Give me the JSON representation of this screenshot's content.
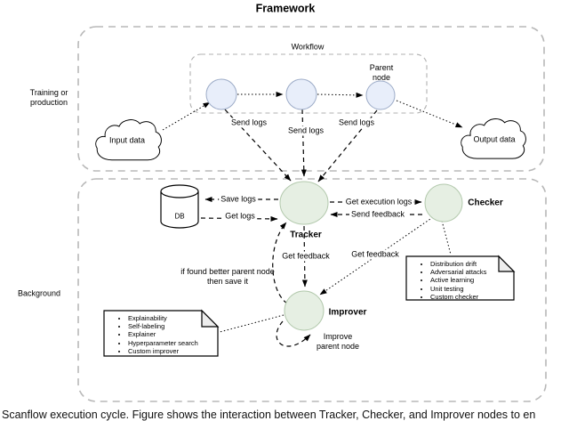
{
  "diagram": {
    "title": "Framework",
    "containers": {
      "training": {
        "label": "Training or\nproduction"
      },
      "background": {
        "label": "Background"
      },
      "workflow": {
        "label": "Workflow"
      }
    },
    "clouds": {
      "input": {
        "label": "Input data"
      },
      "output": {
        "label": "Output data"
      }
    },
    "db": {
      "label": "DB"
    },
    "nodes": {
      "parent": {
        "label": "Parent\nnode"
      },
      "tracker": {
        "label": "Tracker"
      },
      "checker": {
        "label": "Checker"
      },
      "improver": {
        "label": "Improver"
      }
    },
    "edges": {
      "send_logs_1": "Send logs",
      "send_logs_2": "Send logs",
      "send_logs_3": "Send logs",
      "save_logs": "Save logs",
      "get_logs": "Get logs",
      "get_execution_logs": "Get execution logs",
      "send_feedback": "Send feedback",
      "get_feedback_left": "Get feedback",
      "get_feedback_right": "Get feedback",
      "if_found_better": "if found better parent node\nthen save it",
      "improve_parent": "Improve\nparent node"
    },
    "notes": {
      "checker": {
        "items": [
          "Distribution drift",
          "Adversarial attacks",
          "Active learning",
          "Unit testing",
          "Custom checker"
        ]
      },
      "improver": {
        "items": [
          "Explainability",
          "Self-labeling",
          "Explainer",
          "Hyperparameter search",
          "Custom improver"
        ]
      }
    },
    "colors": {
      "workflow_node_fill": "#e8eefa",
      "workflow_node_stroke": "#9cabc7",
      "agent_node_fill": "#e6efe3",
      "agent_node_stroke": "#b3c9ad",
      "container_border": "#b8b8b8",
      "note_fold_fill": "#ededed",
      "arrow": "#000000"
    }
  },
  "caption": "Scanflow execution cycle. Figure shows the interaction between Tracker, Checker, and Improver nodes to en"
}
